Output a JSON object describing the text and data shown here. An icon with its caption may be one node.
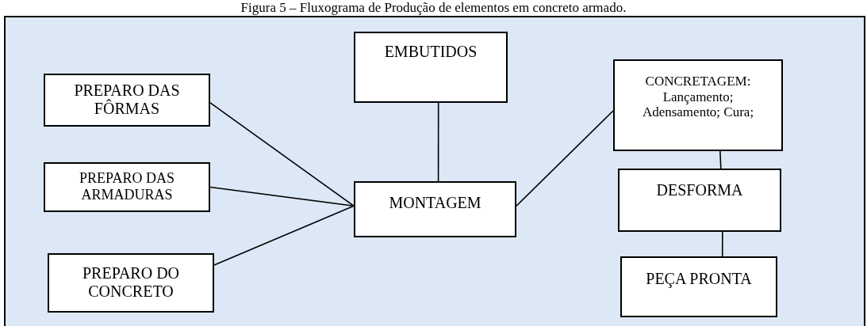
{
  "diagram": {
    "title": "Figura 5 – Fluxograma de Produção de elementos em concreto armado.",
    "nodes": [
      {
        "text": [
          "PREPARO DAS FÔRMAS"
        ]
      },
      {
        "text": [
          "PREPARO DAS ARMADURAS"
        ]
      },
      {
        "text": [
          "PREPARO DO CONCRETO"
        ]
      },
      {
        "text": [
          "EMBUTIDOS"
        ]
      },
      {
        "text": [
          "MONTAGEM"
        ]
      },
      {
        "text": [
          "CONCRETAGEM:",
          "Lançamento; Adensamento; Cura;"
        ]
      },
      {
        "text": [
          "DESFORMA"
        ]
      },
      {
        "text": [
          "PEÇA PRONTA"
        ]
      }
    ],
    "edges": [
      {
        "from": 0,
        "to": 4,
        "arrow": "none"
      },
      {
        "from": 1,
        "to": 4,
        "arrow": "none"
      },
      {
        "from": 2,
        "to": 4,
        "arrow": "none"
      },
      {
        "from": 3,
        "to": 4,
        "arrow": "none"
      },
      {
        "from": 4,
        "to": 5,
        "arrow": "none"
      },
      {
        "from": 5,
        "to": 6,
        "arrow": "none"
      },
      {
        "from": 6,
        "to": 7,
        "arrow": "none"
      }
    ]
  }
}
